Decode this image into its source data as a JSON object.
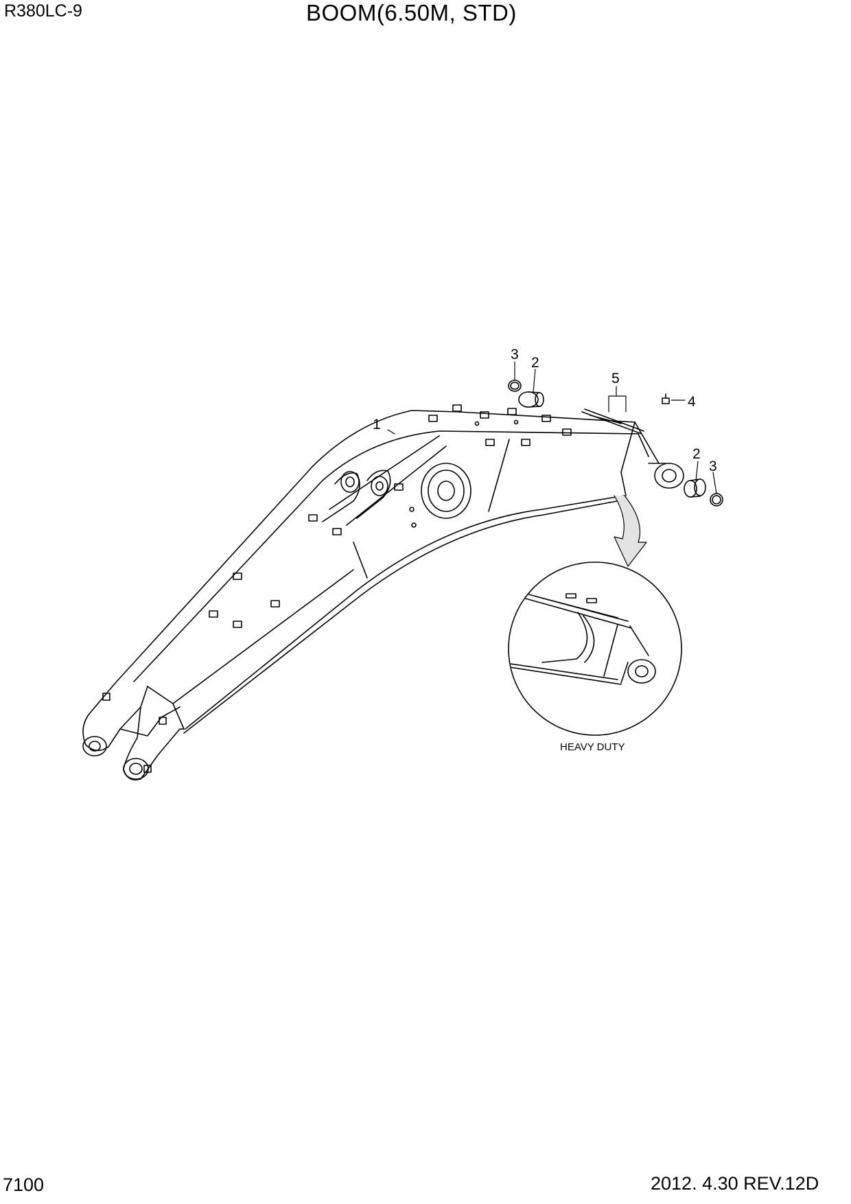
{
  "header": {
    "model": "R380LC-9",
    "title": "BOOM(6.50M, STD)"
  },
  "footer": {
    "page_number": "7100",
    "revision": "2012. 4.30  REV.12D"
  },
  "callouts": {
    "boom": "1",
    "bushing_upper": "2",
    "snap_ring_upper": "3",
    "bushing_lower": "2",
    "snap_ring_lower": "3",
    "grease_fitting": "4",
    "plates": "5"
  },
  "detail": {
    "label": "HEAVY DUTY"
  }
}
